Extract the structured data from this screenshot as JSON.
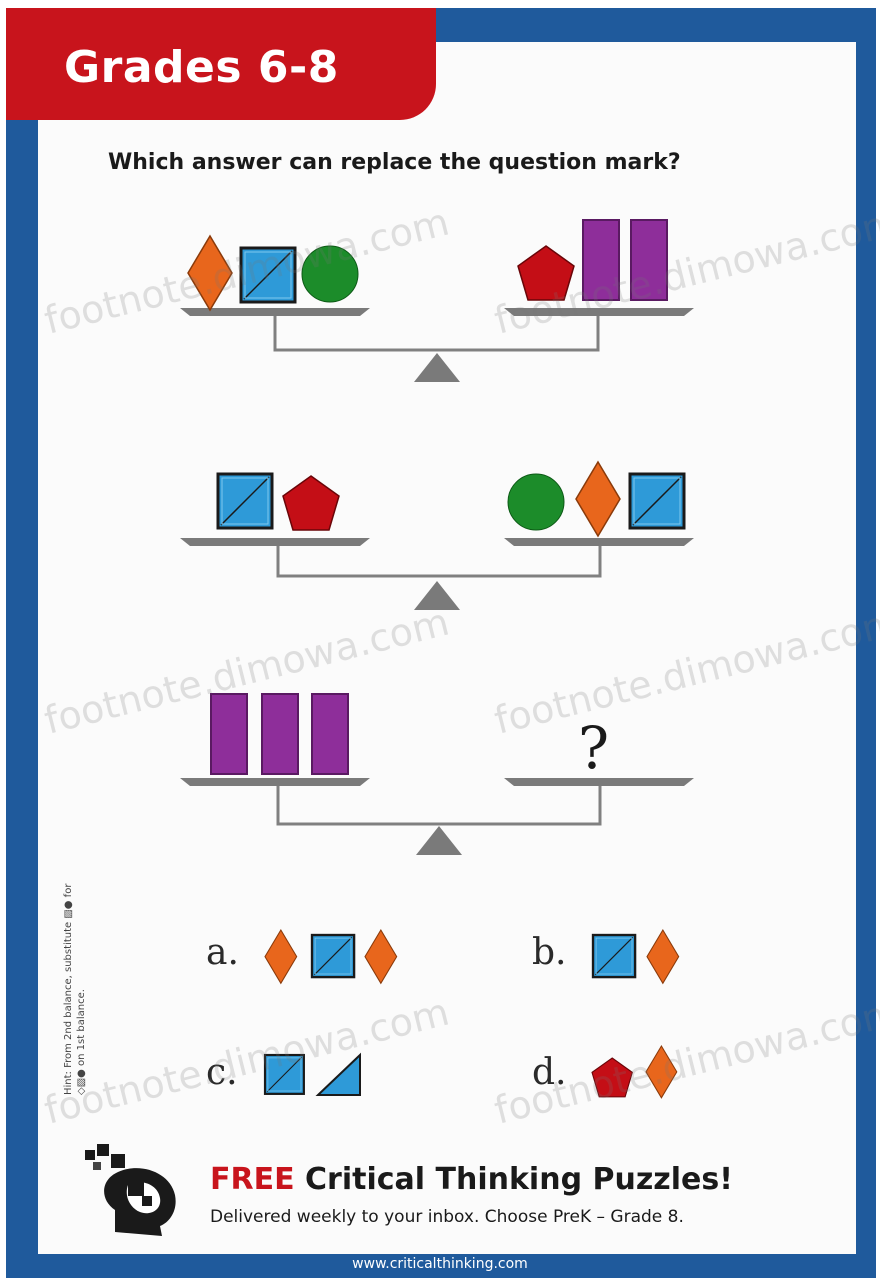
{
  "grade_label": "Grades 6-8",
  "question": "Which answer can replace the question mark?",
  "unknown_symbol": "?",
  "hint": {
    "line1": "Hint: From 2nd balance, substitute",
    "line1_end": "for",
    "line2": "on 1st balance."
  },
  "options": {
    "a": "a.",
    "b": "b.",
    "c": "c.",
    "d": "d."
  },
  "promo": {
    "free": "FREE",
    "title_rest": " Critical Thinking Puzzles!",
    "subtitle": "Delivered weekly to your inbox. Choose PreK – Grade 8."
  },
  "footer_url": "www.criticalthinking.com",
  "watermark": "footnote.dimowa.com",
  "icons": [
    "brain-head-logo-icon",
    "diamond-icon",
    "square-icon",
    "circle-icon",
    "pentagon-icon",
    "rectangle-icon",
    "triangle-icon"
  ],
  "colors": {
    "frame_blue": "#1f5a9c",
    "tab_red": "#c8141c",
    "diamond_orange": "#e8661c",
    "square_blue": "#2e9ad8",
    "circle_green": "#1c8c2a",
    "pentagon_red": "#c40e16",
    "rect_purple": "#8e2e9a",
    "balance_gray": "#808080"
  }
}
